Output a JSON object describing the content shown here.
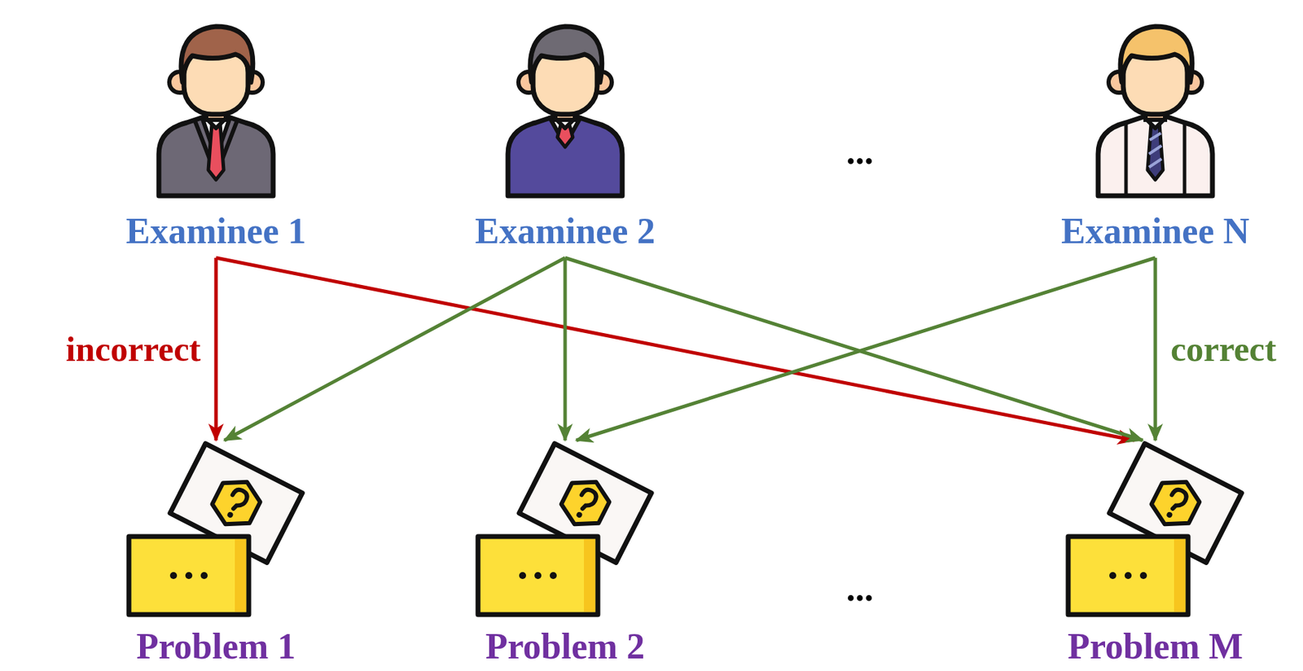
{
  "diagram": {
    "nodes": [
      {
        "text": [
          "Examinee 1"
        ]
      },
      {
        "text": [
          "Examinee 2"
        ]
      },
      {
        "text": [
          "Examinee N"
        ]
      },
      {
        "text": [
          "Problem 1"
        ]
      },
      {
        "text": [
          "Problem 2"
        ]
      },
      {
        "text": [
          "Problem M"
        ]
      }
    ],
    "edges": [
      {
        "from": 0,
        "to": 3,
        "arrow": "to",
        "label": "incorrect"
      },
      {
        "from": 0,
        "to": 5,
        "arrow": "to"
      },
      {
        "from": 1,
        "to": 3,
        "arrow": "to"
      },
      {
        "from": 1,
        "to": 4,
        "arrow": "to"
      },
      {
        "from": 1,
        "to": 5,
        "arrow": "to"
      },
      {
        "from": 2,
        "to": 4,
        "arrow": "to"
      },
      {
        "from": 2,
        "to": 5,
        "arrow": "to",
        "label": "correct"
      }
    ],
    "labels": [
      "...",
      "..."
    ]
  }
}
